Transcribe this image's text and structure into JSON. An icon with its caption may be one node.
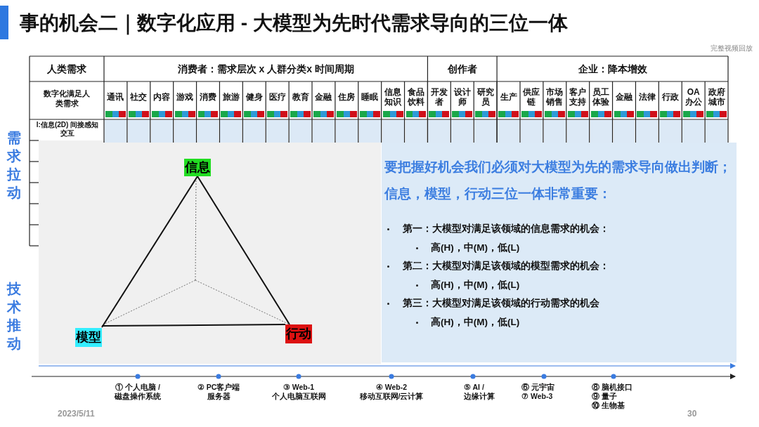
{
  "diagram": {
    "title": "事的机会二｜数字化应用 - 大模型为先时代需求导向的三位一体",
    "nodes": [
      {
        "text": [
          "信息"
        ]
      },
      {
        "text": [
          "模型"
        ]
      },
      {
        "text": [
          "行动"
        ]
      },
      {
        "text": [
          "要把握好机会我们必须对大模型为先的需求导向做出判断；信息，模型，行动三位一体非常重要：",
          "第一：大模型对满足该领域的信息需求的机会：",
          "高(H)，中(M)，低(L)",
          "第二：大模型对满足该领域的模型需求的机会：",
          "高(H)，中(M)，低(L)",
          "第三：大模型对满足该领域的行动需求的机会",
          "高(H)，中(M)，低(L)"
        ]
      }
    ],
    "edges": [
      {
        "from": 0,
        "to": 1,
        "arrow": "none"
      },
      {
        "from": 0,
        "to": 2,
        "arrow": "none"
      },
      {
        "from": 1,
        "to": 2,
        "arrow": "none"
      }
    ],
    "labels": [
      "完整视频回放",
      "人类需求",
      "消费者：需求层次 x 人群分类x 时间周期",
      "创作者",
      "企业：降本增效",
      "数字化满足人类需求",
      "通讯",
      "社交",
      "内容",
      "游戏",
      "消费",
      "旅游",
      "健身",
      "医疗",
      "教育",
      "金融",
      "住房",
      "睡眠",
      "信息知识",
      "食品饮料",
      "开发者",
      "设计师",
      "研究员",
      "生产",
      "供应链",
      "市场销售",
      "客户支持",
      "员工体验",
      "金融",
      "法律",
      "行政",
      "OA 办公",
      "政府城市",
      "I:信息(2D) 间接感知交互",
      "需求拉动",
      "技术推动",
      "① 个人电脑 /",
      "磁盘操作系统",
      "② PC客户端",
      "服务器",
      "③ Web-1",
      "个人电脑互联网",
      "④ Web-2",
      "移动互联网/云计算",
      "⑤ AI /",
      "边缘计算",
      "⑥ 元宇宙",
      "⑦ Web-3",
      "⑧ 脑机接口",
      "⑨ 量子",
      "⑩ 生物基",
      "2023/5/11",
      "30"
    ]
  }
}
